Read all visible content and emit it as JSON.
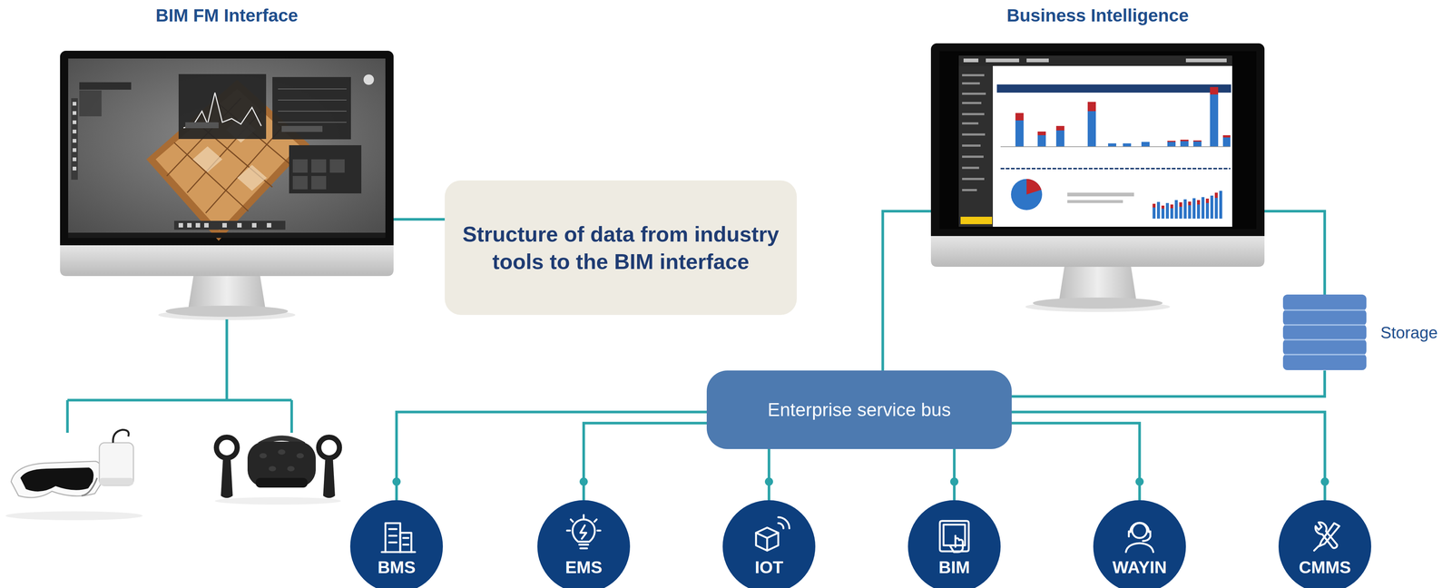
{
  "diagram": {
    "nodes": [
      {
        "text": [
          "BIM FM Interface"
        ]
      },
      {
        "text": [
          "Structure of data from industry tools to the BIM interface"
        ]
      },
      {
        "text": [
          "Business Intelligence"
        ]
      },
      {
        "text": [
          "Storage"
        ]
      },
      {
        "text": [
          "Enterprise service bus"
        ]
      },
      {
        "text": [
          "BMS"
        ]
      },
      {
        "text": [
          "EMS"
        ]
      },
      {
        "text": [
          "IOT"
        ]
      },
      {
        "text": [
          "BIM"
        ]
      },
      {
        "text": [
          "WAYIN"
        ]
      },
      {
        "text": [
          "CMMS"
        ]
      }
    ],
    "edges": [
      {
        "from": 0,
        "to": 1,
        "arrow": "none"
      },
      {
        "from": 2,
        "to": 4,
        "arrow": "none"
      },
      {
        "from": 2,
        "to": 3,
        "arrow": "none"
      },
      {
        "from": 3,
        "to": 4,
        "arrow": "none"
      },
      {
        "from": 4,
        "to": 5,
        "arrow": "none"
      },
      {
        "from": 4,
        "to": 6,
        "arrow": "none"
      },
      {
        "from": 4,
        "to": 7,
        "arrow": "none"
      },
      {
        "from": 4,
        "to": 8,
        "arrow": "none"
      },
      {
        "from": 4,
        "to": 9,
        "arrow": "none"
      },
      {
        "from": 4,
        "to": 10,
        "arrow": "none"
      }
    ]
  }
}
